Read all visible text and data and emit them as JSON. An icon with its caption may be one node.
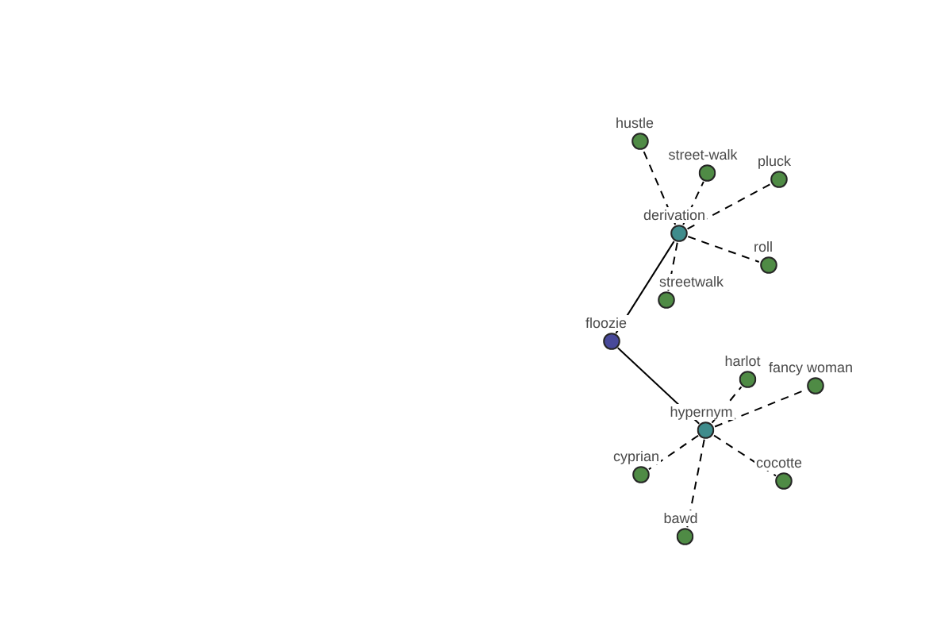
{
  "diagram": {
    "nodes": [
      {
        "text": [
          "hustle"
        ]
      },
      {
        "text": [
          "street-walk"
        ]
      },
      {
        "text": [
          "pluck"
        ]
      },
      {
        "text": [
          "derivation"
        ]
      },
      {
        "text": [
          "roll"
        ]
      },
      {
        "text": [
          "streetwalk"
        ]
      },
      {
        "text": [
          "floozie"
        ]
      },
      {
        "text": [
          "harlot"
        ]
      },
      {
        "text": [
          "fancy woman"
        ]
      },
      {
        "text": [
          "hypernym"
        ]
      },
      {
        "text": [
          "cyprian"
        ]
      },
      {
        "text": [
          "cocotte"
        ]
      },
      {
        "text": [
          "bawd"
        ]
      }
    ],
    "edges": [
      {
        "from": 6,
        "to": 3,
        "arrow": "none"
      },
      {
        "from": 6,
        "to": 9,
        "arrow": "none"
      },
      {
        "from": 3,
        "to": 0,
        "arrow": "none",
        "style": "dashed"
      },
      {
        "from": 3,
        "to": 1,
        "arrow": "none",
        "style": "dashed"
      },
      {
        "from": 3,
        "to": 2,
        "arrow": "none",
        "style": "dashed"
      },
      {
        "from": 3,
        "to": 4,
        "arrow": "none",
        "style": "dashed"
      },
      {
        "from": 3,
        "to": 5,
        "arrow": "none",
        "style": "dashed"
      },
      {
        "from": 9,
        "to": 7,
        "arrow": "none",
        "style": "dashed"
      },
      {
        "from": 9,
        "to": 8,
        "arrow": "none",
        "style": "dashed"
      },
      {
        "from": 9,
        "to": 10,
        "arrow": "none",
        "style": "dashed"
      },
      {
        "from": 9,
        "to": 11,
        "arrow": "none",
        "style": "dashed"
      },
      {
        "from": 9,
        "to": 12,
        "arrow": "none",
        "style": "dashed"
      }
    ]
  }
}
